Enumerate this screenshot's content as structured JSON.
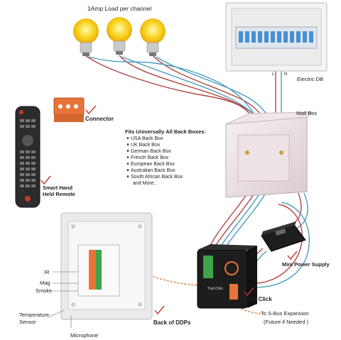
{
  "title": "1Amp Load per channel",
  "labels": {
    "connector": "Connector",
    "electric_db": "Electric DB",
    "wall_box": "Wall Box",
    "remote_line1": "Smart Hand",
    "remote_line2": "Held Remote",
    "power_supply": "Mini Power Supply",
    "trail_click": "Trail Click",
    "trail_click_device": "Trail Click",
    "back_of_ddps": "Back of DDPs",
    "ir": "IR",
    "mag": "Mag",
    "smoke": "Smoke",
    "temp_line1": "Temperature",
    "temp_line2": "Sensor",
    "microphone": "Microphone",
    "sbus_line1": "To S-Bus Expansion",
    "sbus_line2": "(Future if Needed )",
    "db_l": "L",
    "db_n": "N"
  },
  "back_boxes": {
    "heading": "Fits Universally All Back Boxes:",
    "items": [
      "USA Back Box",
      "UK Back Box",
      "German Back Box",
      "French Back Box",
      "European Back Box",
      "Australian Back Box",
      "South African Back Box",
      "and More.."
    ]
  },
  "colors": {
    "wire_red": "#b2453f",
    "wire_blue": "#4a9bc0",
    "wire_orange": "#e07a3a",
    "bulb": "#f7d21b",
    "check": "#c0392b",
    "terminal_green": "#3da44a",
    "terminal_orange": "#e8743a"
  }
}
